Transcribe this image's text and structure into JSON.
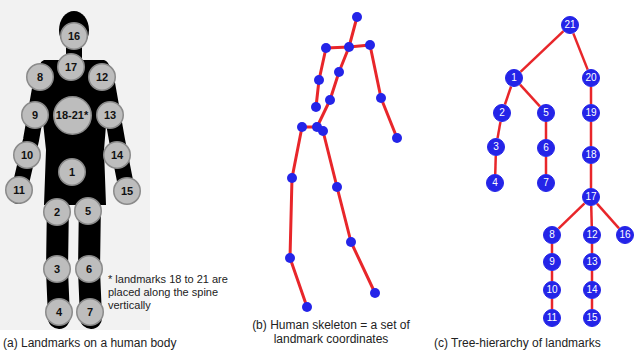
{
  "diagram": {
    "nodes": [
      {
        "text": [
          "16"
        ]
      },
      {
        "text": [
          "17"
        ]
      },
      {
        "text": [
          "8"
        ]
      },
      {
        "text": [
          "12"
        ]
      },
      {
        "text": [
          "9"
        ]
      },
      {
        "text": [
          "18-21*"
        ]
      },
      {
        "text": [
          "13"
        ]
      },
      {
        "text": [
          "10"
        ]
      },
      {
        "text": [
          "14"
        ]
      },
      {
        "text": [
          "1"
        ]
      },
      {
        "text": [
          "11"
        ]
      },
      {
        "text": [
          "15"
        ]
      },
      {
        "text": [
          "2"
        ]
      },
      {
        "text": [
          "5"
        ]
      },
      {
        "text": [
          "3"
        ]
      },
      {
        "text": [
          "6"
        ]
      },
      {
        "text": [
          "4"
        ]
      },
      {
        "text": [
          "7"
        ]
      },
      {
        "text": [
          "21"
        ]
      },
      {
        "text": [
          "1"
        ]
      },
      {
        "text": [
          "20"
        ]
      },
      {
        "text": [
          "2"
        ]
      },
      {
        "text": [
          "5"
        ]
      },
      {
        "text": [
          "19"
        ]
      },
      {
        "text": [
          "3"
        ]
      },
      {
        "text": [
          "6"
        ]
      },
      {
        "text": [
          "18"
        ]
      },
      {
        "text": [
          "4"
        ]
      },
      {
        "text": [
          "7"
        ]
      },
      {
        "text": [
          "17"
        ]
      },
      {
        "text": [
          "8"
        ]
      },
      {
        "text": [
          "12"
        ]
      },
      {
        "text": [
          "16"
        ]
      },
      {
        "text": [
          "9"
        ]
      },
      {
        "text": [
          "13"
        ]
      },
      {
        "text": [
          "10"
        ]
      },
      {
        "text": [
          "14"
        ]
      },
      {
        "text": [
          "11"
        ]
      },
      {
        "text": [
          "15"
        ]
      }
    ],
    "edges": [
      {
        "from": 18,
        "to": 19,
        "arrow": "none"
      },
      {
        "from": 18,
        "to": 20,
        "arrow": "none"
      },
      {
        "from": 19,
        "to": 21,
        "arrow": "none"
      },
      {
        "from": 19,
        "to": 22,
        "arrow": "none"
      },
      {
        "from": 21,
        "to": 24,
        "arrow": "none"
      },
      {
        "from": 24,
        "to": 27,
        "arrow": "none"
      },
      {
        "from": 22,
        "to": 25,
        "arrow": "none"
      },
      {
        "from": 25,
        "to": 28,
        "arrow": "none"
      },
      {
        "from": 20,
        "to": 23,
        "arrow": "none"
      },
      {
        "from": 23,
        "to": 26,
        "arrow": "none"
      },
      {
        "from": 26,
        "to": 29,
        "arrow": "none"
      },
      {
        "from": 29,
        "to": 30,
        "arrow": "none"
      },
      {
        "from": 29,
        "to": 31,
        "arrow": "none"
      },
      {
        "from": 29,
        "to": 32,
        "arrow": "none"
      },
      {
        "from": 30,
        "to": 33,
        "arrow": "none"
      },
      {
        "from": 33,
        "to": 35,
        "arrow": "none"
      },
      {
        "from": 35,
        "to": 37,
        "arrow": "none"
      },
      {
        "from": 31,
        "to": 34,
        "arrow": "none"
      },
      {
        "from": 34,
        "to": 36,
        "arrow": "none"
      },
      {
        "from": 36,
        "to": 38,
        "arrow": "none"
      }
    ],
    "labels": [
      "(a) Landmarks on a human body",
      "* landmarks 18 to 21 are placed along the spine vertically",
      "(b) Human skeleton = a set of landmark coordinates",
      "(c) Tree-hierarchy of landmarks"
    ]
  }
}
